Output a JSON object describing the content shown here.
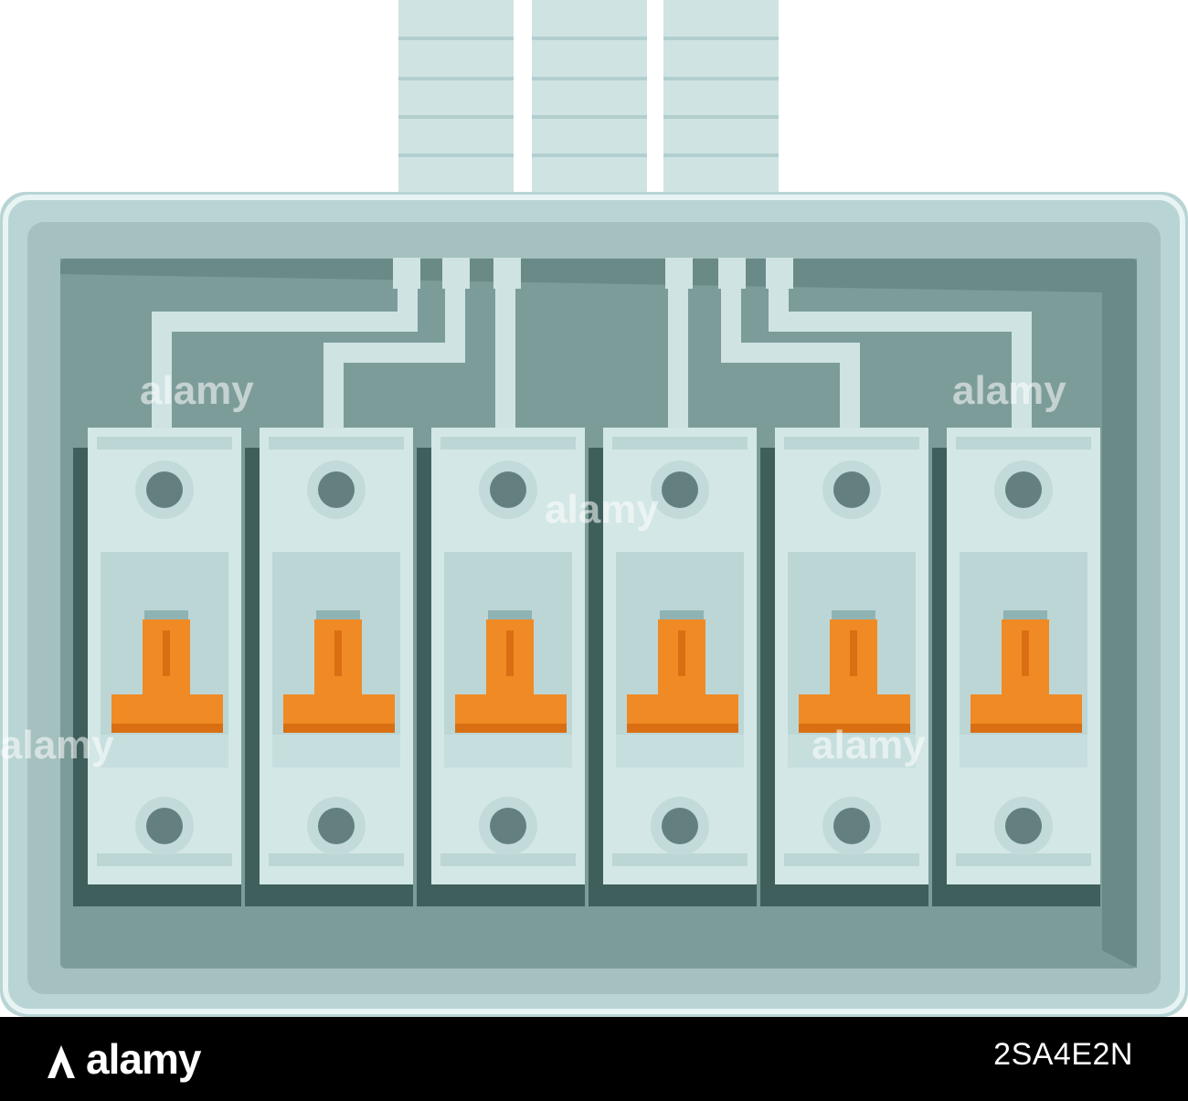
{
  "colors": {
    "background": "#ffffff",
    "cable": "#cfe3e3",
    "enclosure_frame": "#b9d4d4",
    "enclosure_inner": "#7c9c9a",
    "enclosure_shadow": "#5f7f7d",
    "breaker_body": "#d3e7e6",
    "breaker_shadow": "#3f5f5d",
    "screw": "#63807f",
    "lever": "#f08a24",
    "lever_shadow": "#d96f12",
    "footer": "#000000"
  },
  "breakers": [
    {
      "id": "breaker-1",
      "state": "on"
    },
    {
      "id": "breaker-2",
      "state": "on"
    },
    {
      "id": "breaker-3",
      "state": "on"
    },
    {
      "id": "breaker-4",
      "state": "on"
    },
    {
      "id": "breaker-5",
      "state": "on"
    },
    {
      "id": "breaker-6",
      "state": "on"
    }
  ],
  "watermark": {
    "text": "alamy"
  },
  "footer": {
    "brand": "alamy",
    "image_id": "2SA4E2N"
  }
}
